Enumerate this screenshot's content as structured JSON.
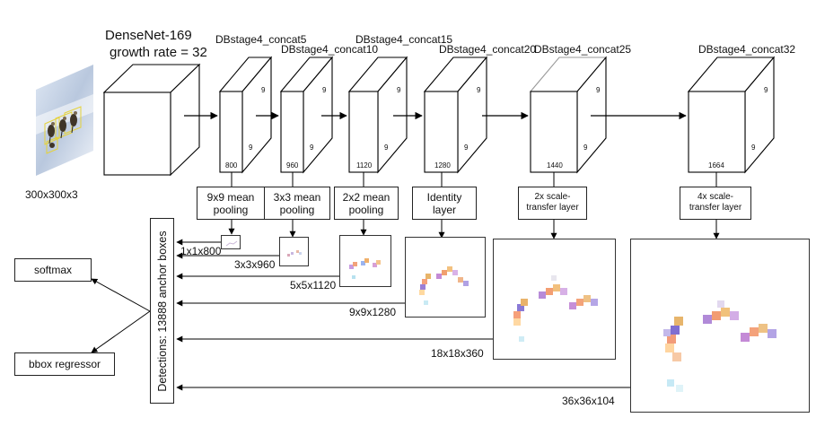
{
  "input": {
    "size_label": "300x300x3"
  },
  "backbone": {
    "title_line1": "DenseNet-169",
    "title_line2": "growth rate = 32"
  },
  "stages": [
    {
      "name": "DBstage4_concat5",
      "channels": "800",
      "spatial": "9"
    },
    {
      "name": "DBstage4_concat10",
      "channels": "960",
      "spatial": "9"
    },
    {
      "name": "DBstage4_concat15",
      "channels": "1120",
      "spatial": "9"
    },
    {
      "name": "DBstage4_concat20",
      "channels": "1280",
      "spatial": "9"
    },
    {
      "name": "DBstage4_concat25",
      "channels": "1440",
      "spatial": "9"
    },
    {
      "name": "DBstage4_concat32",
      "channels": "1664",
      "spatial": "9"
    }
  ],
  "transforms": [
    {
      "line1": "9x9 mean",
      "line2": "pooling"
    },
    {
      "line1": "3x3 mean",
      "line2": "pooling"
    },
    {
      "line1": "2x2 mean",
      "line2": "pooling"
    },
    {
      "line1": "Identity",
      "line2": "layer"
    },
    {
      "line1": "2x scale-",
      "line2": "transfer layer"
    },
    {
      "line1": "4x scale-",
      "line2": "transfer layer"
    }
  ],
  "feature_maps": [
    "1x1x800",
    "3x3x960",
    "5x5x1120",
    "9x9x1280",
    "18x18x360",
    "36x36x104"
  ],
  "detections": {
    "label": "Detections: 13888 anchor boxes"
  },
  "heads": {
    "softmax": "softmax",
    "bbox": "bbox regressor"
  }
}
